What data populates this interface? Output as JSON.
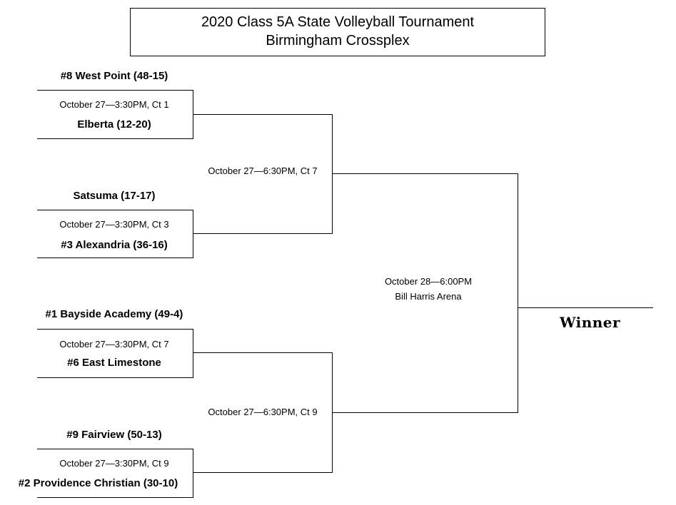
{
  "title": {
    "line1": "2020 Class 5A State Volleyball Tournament",
    "line2": "Birmingham Crossplex"
  },
  "first_round": [
    {
      "top_team": "#8 West Point (48-15)",
      "game": "October 27—3:30PM, Ct 1",
      "bottom_team": "Elberta (12-20)"
    },
    {
      "top_team": "Satsuma (17-17)",
      "game": "October 27—3:30PM, Ct 3",
      "bottom_team": "#3 Alexandria (36-16)"
    },
    {
      "top_team": "#1 Bayside Academy (49-4)",
      "game": "October 27—3:30PM, Ct 7",
      "bottom_team": "#6 East Limestone"
    },
    {
      "top_team": "#9 Fairview (50-13)",
      "game": "October 27—3:30PM, Ct 9",
      "bottom_team": "#2 Providence Christian (30-10)"
    }
  ],
  "semifinals": [
    {
      "game": "October 27—6:30PM, Ct 7"
    },
    {
      "game": "October 27—6:30PM, Ct 9"
    }
  ],
  "final": {
    "game": "October 28—6:00PM",
    "venue": "Bill Harris Arena"
  },
  "winner_label": "Winner"
}
